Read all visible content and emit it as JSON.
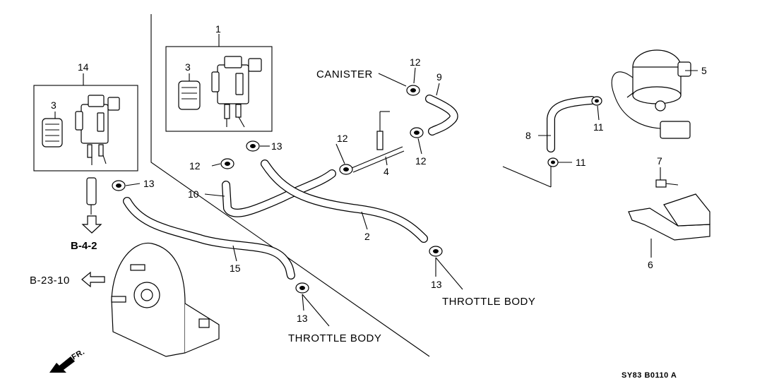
{
  "callouts": {
    "p1": "1",
    "p2": "2",
    "p3a": "3",
    "p3b": "3",
    "p4": "4",
    "p5": "5",
    "p6": "6",
    "p7": "7",
    "p8": "8",
    "p9": "9",
    "p10": "10",
    "p11a": "11",
    "p11b": "11",
    "p12a": "12",
    "p12b": "12",
    "p12c": "12",
    "p12d": "12",
    "p13a": "13",
    "p13b": "13",
    "p13c": "13",
    "p13d": "13",
    "p14": "14",
    "p15": "15"
  },
  "labels": {
    "canister": "CANISTER",
    "throttle_body_right": "THROTTLE BODY",
    "throttle_body_bottom": "THROTTLE BODY",
    "ref_b42": "B-4-2",
    "ref_b2310": "B-23-10",
    "fr": "FR.",
    "diagram_code": "SY83  B0110 A"
  }
}
